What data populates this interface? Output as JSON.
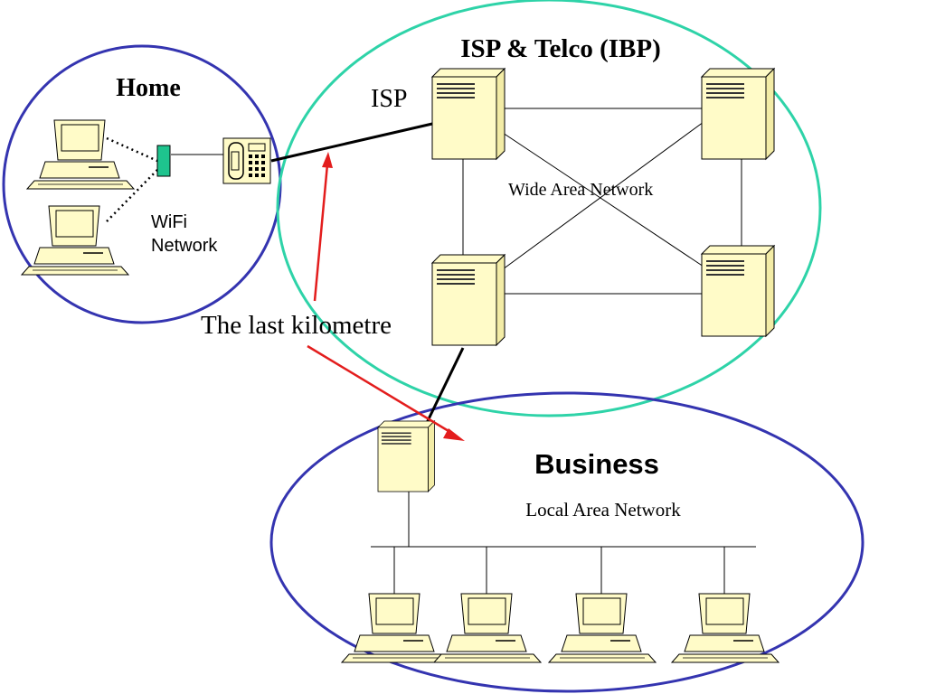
{
  "labels": {
    "home_title": "Home",
    "wifi_line1": "WiFi",
    "wifi_line2": "Network",
    "isp_telco_title": "ISP & Telco (IBP)",
    "isp": "ISP",
    "wan": "Wide Area Network",
    "last_kilometre": "The last kilometre",
    "business_title": "Business",
    "lan": "Local Area Network"
  },
  "colors": {
    "home_circle": "#3434b0",
    "isp_ellipse": "#2ed3a8",
    "business_ellipse": "#3434b0",
    "arrow": "#e31d1d",
    "device_fill": "#fffbc8",
    "access_point": "#1ec48e",
    "link": "#000000"
  },
  "icons": {
    "computer": "desktop-computer-icon",
    "server": "server-tower-icon",
    "phone": "telephone-icon",
    "access_point": "wifi-access-point-icon"
  }
}
